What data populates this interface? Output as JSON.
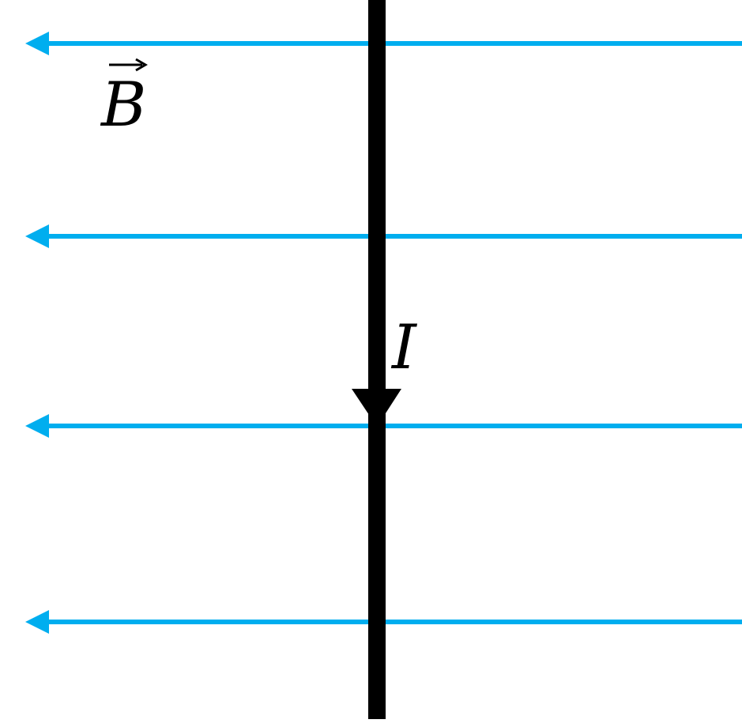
{
  "figure": {
    "field_label": "B",
    "current_label": "I",
    "field_line_count": 4,
    "field_direction": "left",
    "current_direction": "down"
  },
  "colors": {
    "field_lines": "#00AEEF",
    "wire": "#000000",
    "background": "#FFFFFF"
  },
  "icons": {
    "field_vector_arrow": "rightwards-arrow-above",
    "current_arrow": "downward-triangle"
  }
}
